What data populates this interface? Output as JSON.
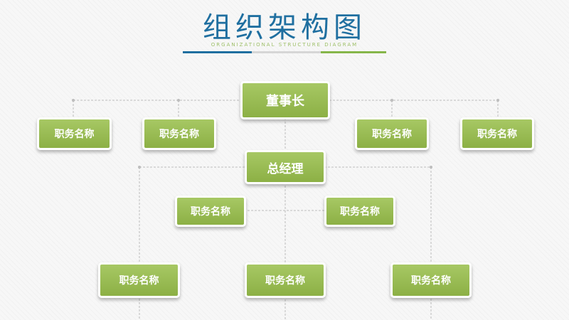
{
  "header": {
    "title": "组织架构图",
    "subtitle": "ORGANIZATIONAL STRUCTURE DIAGRAM"
  },
  "colors": {
    "title": "#1f6fa0",
    "accent_green": "#86b64a",
    "node_fill": "#96b84f",
    "connector": "#bdbdbd"
  },
  "chairman": {
    "label": "董事长"
  },
  "general_manager": {
    "label": "总经理"
  },
  "top_positions": [
    {
      "label": "职务名称"
    },
    {
      "label": "职务名称"
    },
    {
      "label": "职务名称"
    },
    {
      "label": "职务名称"
    }
  ],
  "middle_positions": [
    {
      "label": "职务名称"
    },
    {
      "label": "职务名称"
    }
  ],
  "bottom_positions": [
    {
      "label": "职务名称"
    },
    {
      "label": "职务名称"
    },
    {
      "label": "职务名称"
    }
  ]
}
